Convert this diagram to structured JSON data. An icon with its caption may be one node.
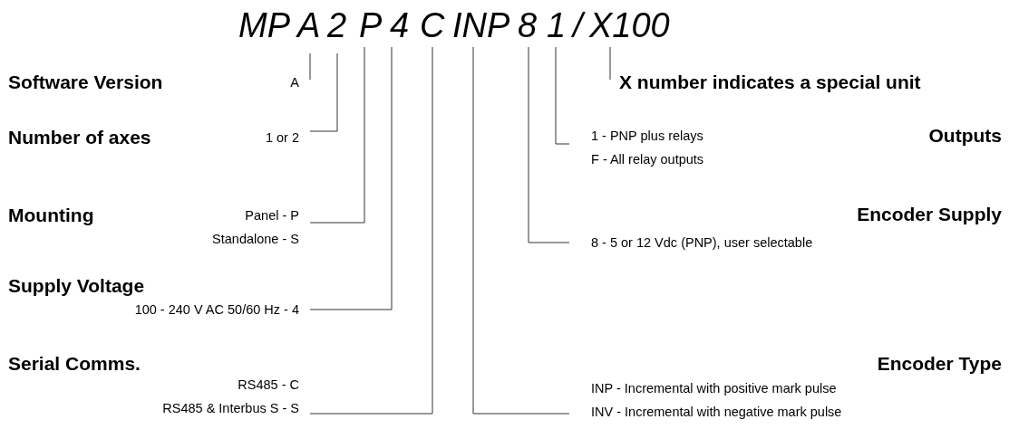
{
  "diagram": {
    "nodes": [
      {
        "text": [
          "A"
        ]
      },
      {
        "text": [
          "2"
        ]
      },
      {
        "text": [
          "P"
        ]
      },
      {
        "text": [
          "4"
        ]
      },
      {
        "text": [
          "C"
        ]
      },
      {
        "text": [
          "INP"
        ]
      },
      {
        "text": [
          "8"
        ]
      },
      {
        "text": [
          "1"
        ]
      },
      {
        "text": [
          "X100"
        ]
      },
      {
        "text": [
          "Software Version",
          "A"
        ]
      },
      {
        "text": [
          "Number of axes",
          "1 or 2"
        ]
      },
      {
        "text": [
          "Mounting",
          "Panel - P",
          "Standalone - S"
        ]
      },
      {
        "text": [
          "Supply Voltage",
          "100 - 240 V AC 50/60 Hz - 4"
        ]
      },
      {
        "text": [
          "Serial Comms.",
          "RS485 - C",
          "RS485 & Interbus S - S"
        ]
      },
      {
        "text": [
          "X number indicates a special unit"
        ]
      },
      {
        "text": [
          "1 - PNP plus relays",
          "Outputs",
          "F - All relay outputs"
        ]
      },
      {
        "text": [
          "Encoder Supply",
          "8 - 5 or 12 Vdc (PNP), user selectable"
        ]
      },
      {
        "text": [
          "Encoder Type",
          "INP - Incremental with positive mark pulse",
          "INV - Incremental with negative mark pulse"
        ]
      }
    ],
    "edges": [
      {
        "from": 0,
        "to": 9,
        "arrow": "none"
      },
      {
        "from": 1,
        "to": 10,
        "arrow": "none"
      },
      {
        "from": 2,
        "to": 11,
        "arrow": "none"
      },
      {
        "from": 3,
        "to": 12,
        "arrow": "none"
      },
      {
        "from": 4,
        "to": 13,
        "arrow": "none"
      },
      {
        "from": 5,
        "to": 17,
        "arrow": "none"
      },
      {
        "from": 6,
        "to": 16,
        "arrow": "none"
      },
      {
        "from": 7,
        "to": 15,
        "arrow": "none"
      },
      {
        "from": 8,
        "to": 14,
        "arrow": "none"
      }
    ],
    "labels": [
      "MP",
      "/"
    ]
  }
}
